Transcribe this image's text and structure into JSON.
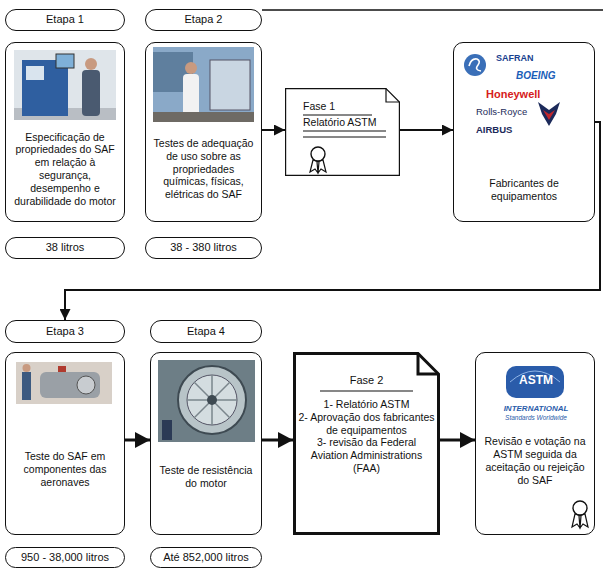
{
  "diagram": {
    "nodes": [
      {
        "text": [
          "Etapa 1"
        ]
      },
      {
        "text": [
          "Etapa 2"
        ]
      },
      {
        "text": [
          "Especificação de propriedades do SAF em relação à segurança, desempenho e durabilidade do motor"
        ]
      },
      {
        "text": [
          "Testes de adequação de uso sobre as propriedades químicas, físicas, elétricas do SAF"
        ]
      },
      {
        "text": [
          "Fase 1",
          "Relatório ASTM"
        ]
      },
      {
        "text": [
          "SAFRAN",
          "BOEING",
          "Honeywell",
          "Rolls-Royce",
          "AIRBUS",
          "Fabricantes de equipamentos"
        ]
      },
      {
        "text": [
          "38 litros"
        ]
      },
      {
        "text": [
          "38 - 380 litros"
        ]
      },
      {
        "text": [
          "Etapa 3"
        ]
      },
      {
        "text": [
          "Etapa 4"
        ]
      },
      {
        "text": [
          "Teste do SAF em componentes das aeronaves"
        ]
      },
      {
        "text": [
          "Teste de resistência do motor"
        ]
      },
      {
        "text": [
          "Fase 2",
          "1- Relatório ASTM",
          "2- Aprovação dos fabricantes de equipamentos",
          "3- revisão da Federal Aviation Administrations (FAA)"
        ]
      },
      {
        "text": [
          "ASTM",
          "INTERNATIONAL",
          "Standards Worldwide",
          "Revisão e votação na ASTM seguida da aceitação ou rejeição do SAF"
        ]
      },
      {
        "text": [
          "950 - 38,000 litros"
        ]
      },
      {
        "text": [
          "Até 852,000 litros"
        ]
      }
    ],
    "edges": [
      {
        "from": 3,
        "to": 4,
        "arrow": "to"
      },
      {
        "from": 4,
        "to": 5,
        "arrow": "to"
      },
      {
        "from": 5,
        "to": 8,
        "arrow": "to"
      },
      {
        "from": 10,
        "to": 11,
        "arrow": "to"
      },
      {
        "from": 11,
        "to": 12,
        "arrow": "to"
      },
      {
        "from": 12,
        "to": 13,
        "arrow": "to"
      }
    ]
  }
}
